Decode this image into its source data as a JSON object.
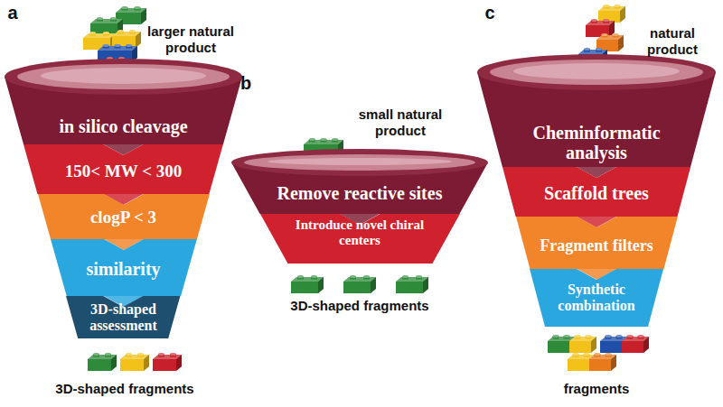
{
  "diagram": {
    "nodes": [
      {
        "text": [
          "in silico cleavage"
        ]
      },
      {
        "text": [
          "150< MW < 300"
        ]
      },
      {
        "text": [
          "clogP < 3"
        ]
      },
      {
        "text": [
          "similarity"
        ]
      },
      {
        "text": [
          "3D-shaped assessment"
        ]
      },
      {
        "text": [
          "Remove reactive sites"
        ]
      },
      {
        "text": [
          "Introduce novel chiral centers"
        ]
      },
      {
        "text": [
          "Cheminformatic analysis"
        ]
      },
      {
        "text": [
          "Scaffold trees"
        ]
      },
      {
        "text": [
          "Fragment filters"
        ]
      },
      {
        "text": [
          "Synthetic combination"
        ]
      }
    ],
    "labels": [
      "a",
      "larger natural product",
      "3D-shaped fragments",
      "b",
      "small natural product",
      "3D-shaped fragments",
      "c",
      "natural product",
      "fragments"
    ]
  }
}
